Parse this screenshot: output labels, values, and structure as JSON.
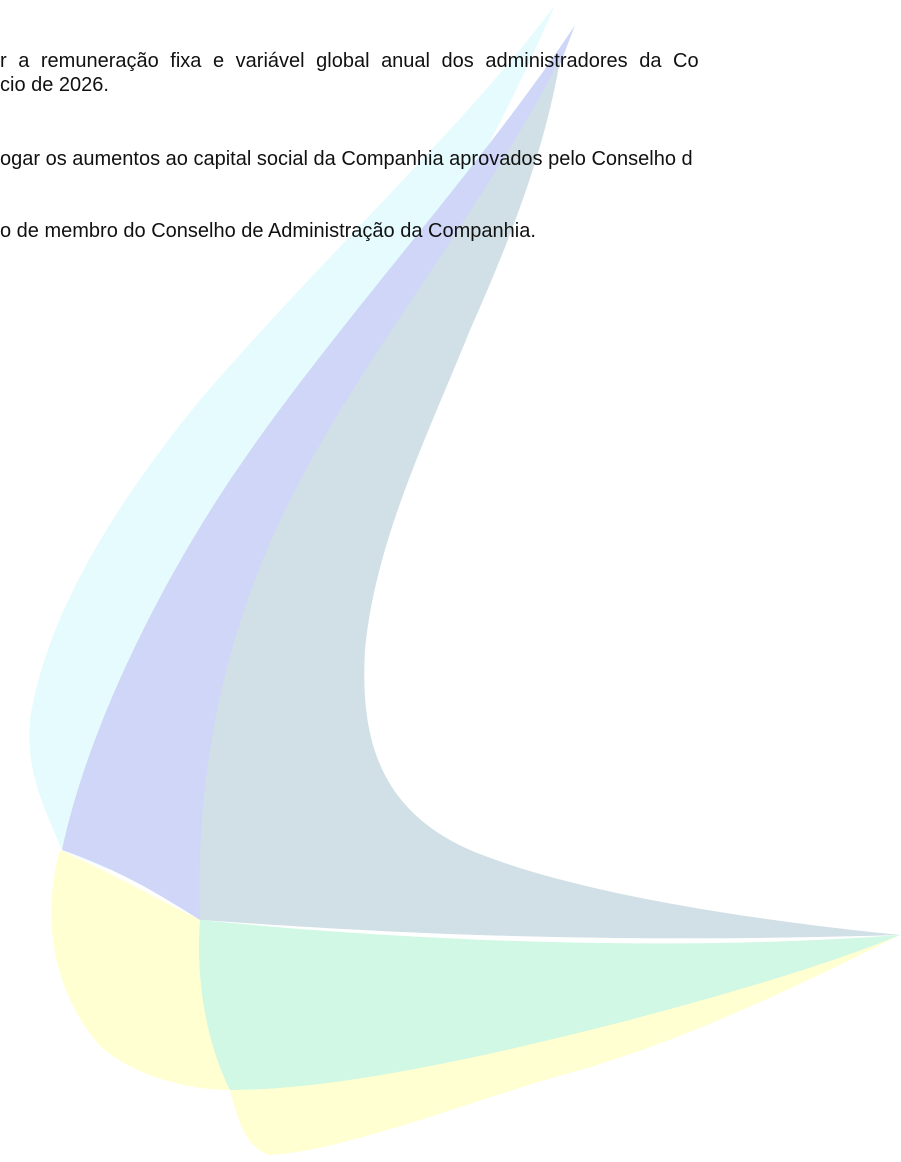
{
  "document": {
    "lines": [
      "r a remuneração fixa e variável global anual dos administradores da Co",
      "cio de 2026.",
      "ogar os aumentos ao capital social da Companhia aprovados pelo Conselho d",
      "o de membro do Conselho de Administração da Companhia."
    ]
  },
  "watermark": {
    "colors": {
      "cyan": "#E6FBFD",
      "lavender": "#CFD6F8",
      "slate": "#D1E0E6",
      "yellow": "#FFFFD2",
      "mint": "#D0F8E4"
    }
  }
}
